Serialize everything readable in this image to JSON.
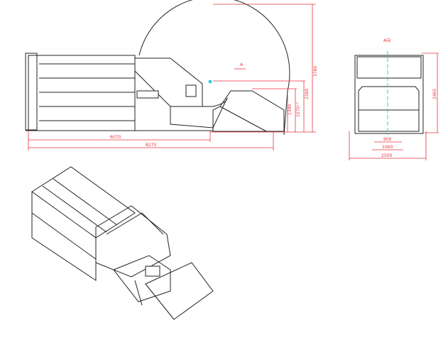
{
  "colors": {
    "line": "#222222",
    "dimension": "#e8333a",
    "centerline": "#22d3e0"
  },
  "side_view": {
    "view_marker": "A",
    "dims": {
      "length_body": "6070",
      "length_total": "8270",
      "height_swing": "3780",
      "height_hopper": "2280",
      "height_loading": "1570⁺⁵",
      "height_bin": "1340"
    }
  },
  "front_view": {
    "title": "A向",
    "dims": {
      "inner": "900",
      "outer": "1060",
      "width": "2500",
      "height": "2465"
    }
  }
}
